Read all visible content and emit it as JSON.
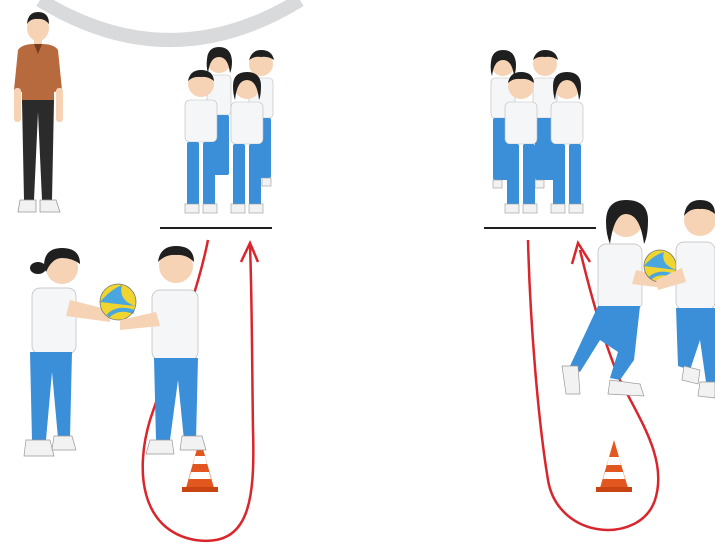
{
  "scene": {
    "description_hidden": "",
    "colors": {
      "path": "#d9262c",
      "cone": "#e2561f",
      "cone_stripe": "#ffffff",
      "uniform_shirt": "#f4f6f8",
      "uniform_pants": "#3a8fd8",
      "hair": "#1f1f1f",
      "skin": "#f6d3b5",
      "teacher_shirt": "#b86a3f",
      "teacher_pants": "#2b2b2b",
      "ball_yellow": "#f0d531",
      "ball_blue": "#4aa6de",
      "arc": "#d9dadc"
    },
    "icons": [
      "teacher-figure",
      "student-figure",
      "volleyball-ball",
      "traffic-cone",
      "return-arrow"
    ]
  }
}
